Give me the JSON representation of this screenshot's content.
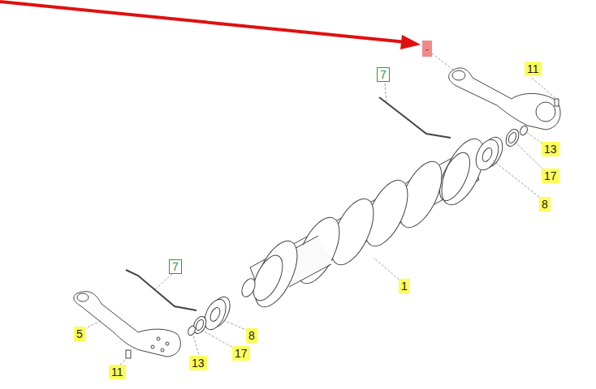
{
  "diagram": {
    "labels": [
      "-",
      "11",
      "7",
      "13",
      "17",
      "8",
      "1",
      "7",
      "5",
      "8",
      "13",
      "17",
      "11"
    ]
  }
}
